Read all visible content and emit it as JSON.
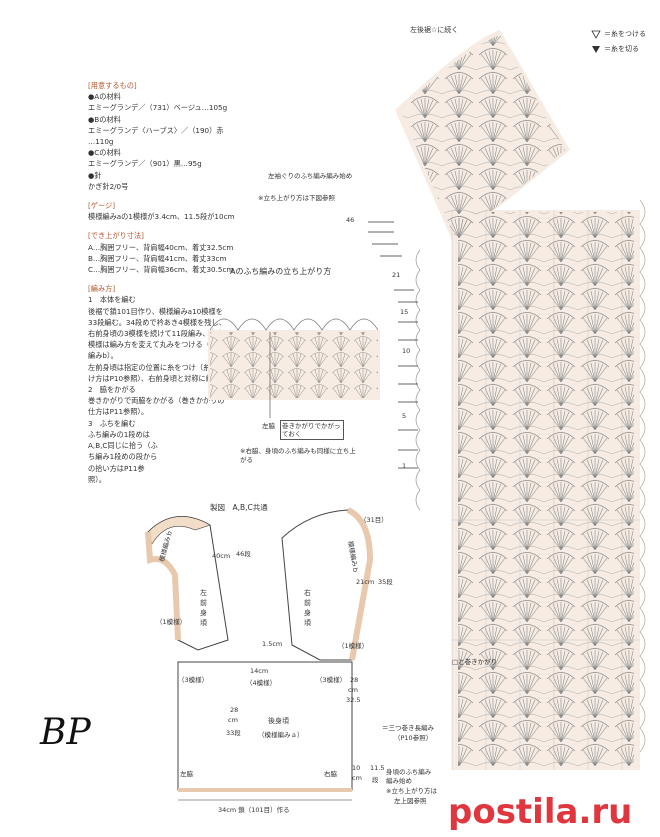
{
  "materials_heading": "[用意するもの]",
  "material_a_head": "●Aの材料",
  "material_a": "エミーグランデ／（731）ベージュ…105g",
  "material_b_head": "●Bの材料",
  "material_b": "エミーグランデ〈ハーブス〉／（190）赤",
  "material_b2": "…110g",
  "material_c_head": "●Cの材料",
  "material_c": "エミーグランデ／（901）黒…95g",
  "needle_head": "●針",
  "needle": "かぎ針2/0号",
  "gauge_heading": "[ゲージ]",
  "gauge": "模様編みaの1模様が3.4cm、11.5段が10cm",
  "size_heading": "[でき上がり寸法]",
  "size_a": "A…胸囲フリー、背肩幅40cm、着丈32.5cm",
  "size_b": "B…胸囲フリー、背肩幅41cm、着丈33cm",
  "size_c": "C…胸囲フリー、背肩幅36cm、着丈30.5cm",
  "method_heading": "[編み方]",
  "step1_title": "1　本体を編む",
  "step1_text": "後裾で鎖101目作り、模様編みa10模様を33段編む。34段めで衿あき4模様を残し、右前身頃の3模様を続けて11段編み、右肩1模様は編み方を変えて丸みをつける（模様編みb）。",
  "step1_text2": "左前身頃は指定の位置に糸をつけ（糸のつけ方はP10参照）、右前身頃と対称に編む。",
  "step2_title": "2　脇をかがる",
  "step2_text": "巻きかがりで両脇をかがる（巻きかがりの仕方はP11参照）。",
  "step3_title": "3　ふちを編む",
  "step3_text": "ふち編みの1段めはA,B,C同じに拾う（ふち編み1段めの段からの拾い方はP11参照）。",
  "legend_attach": "＝糸をつける",
  "legend_cut": "＝糸を切る",
  "edge_title": "Aのふち編みの立ち上がり方",
  "side_label": "左脇",
  "overcast_note": "巻きかがりでかがっておく",
  "edge_note": "※右脇、身頃のふち編みも同様に立ち上がる",
  "schematic_title": "製図　A,B,C共通",
  "row31": "（31目）",
  "dim_40cm": "40cm",
  "rows_46": "46段",
  "dim_21cm": "21cm",
  "rows_35": "35段",
  "pattern_b_left": "模様編みｂ",
  "pattern_b_right": "模様編みｂ",
  "one_motif_left": "（1模様）",
  "one_motif_right": "（1模様）",
  "left_front": "左前身頃",
  "right_front": "右前身頃",
  "dim_15": "1.5cm",
  "dim_14": "14cm",
  "motif_4": "（4模様）",
  "motif_3_left": "（3模様）",
  "motif_3_right": "（3模様）",
  "dim_28": "28",
  "dim_cm": "cm",
  "rows_33": "33段",
  "back_body": "後身頃",
  "back_pattern": "（模様編みａ）",
  "dim_28r": "28",
  "dim_cmr": "cm",
  "dim_325": "32.5",
  "dim_bot": "34cm 鎖（101目）作る",
  "left_side": "左脇",
  "right_side": "右脇",
  "dim_10": "10",
  "dim_10cm": "cm",
  "dim_115": "11.5",
  "dim_115b": "段",
  "top_note": "左後裾☆に続く",
  "left_start": "左袖ぐりのふち編み編み始め",
  "left_start2": "※立ち上がり方は下図参照",
  "row_46": "46",
  "row_21": "21",
  "row_15": "15",
  "row_10": "10",
  "row_5": "5",
  "row_1": "1",
  "overcast_mark": "□と巻きかがり",
  "triple_label": "＝三つ巻き長編み",
  "triple_ref": "（P10参照）",
  "body_start": "身頃のふち編み",
  "body_start2": "編み始め",
  "body_start3": "※立ち上がり方は",
  "body_start4": "左上図参照",
  "watermark": "postila.ru",
  "signature": "BP"
}
